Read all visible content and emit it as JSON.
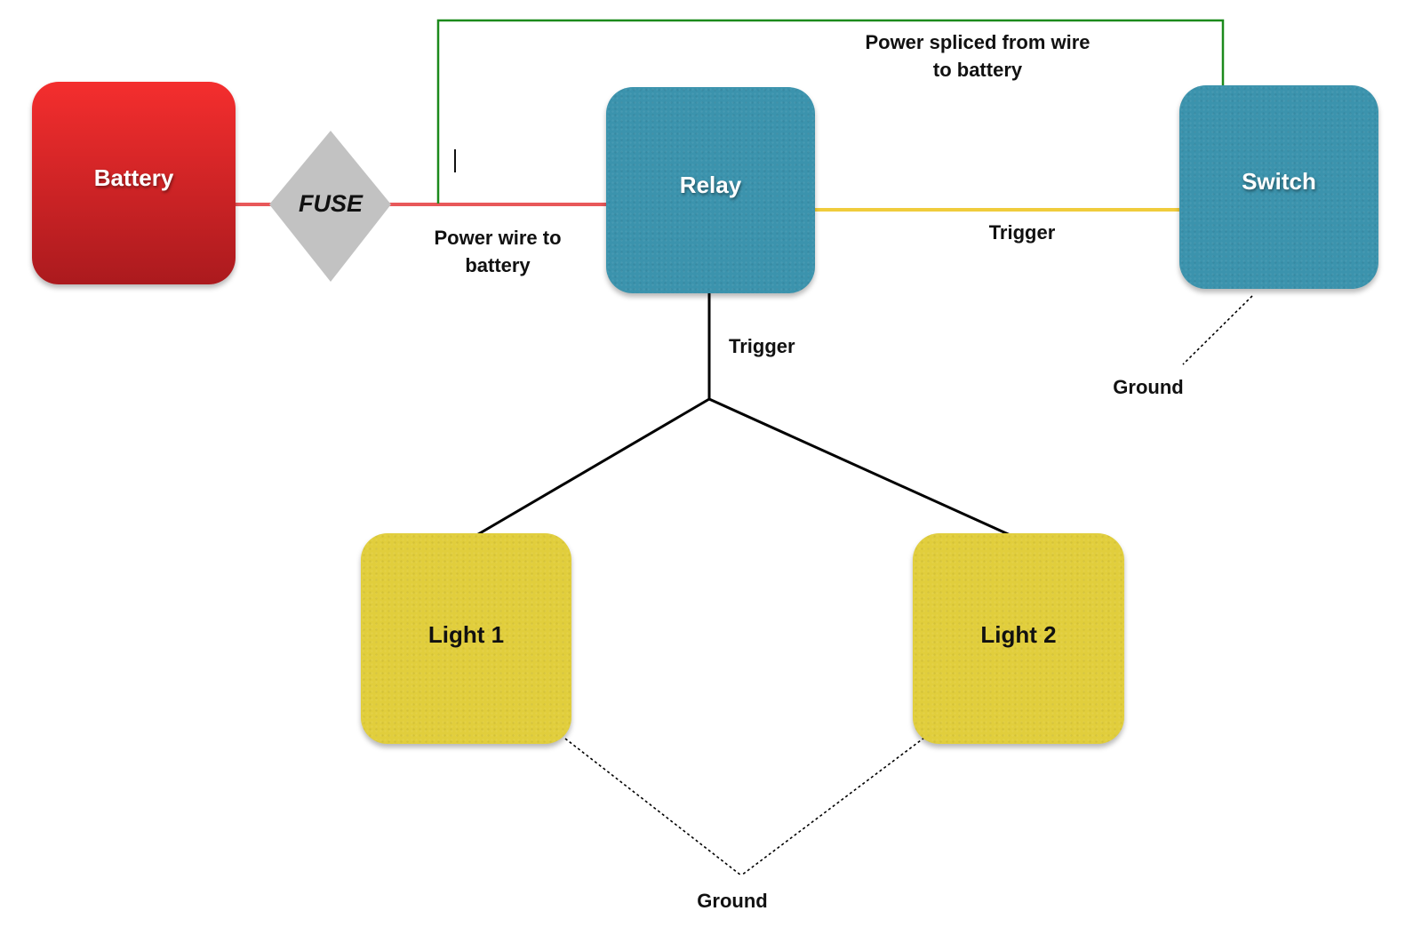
{
  "diagram": {
    "title": "Light wiring diagram",
    "colors": {
      "battery": "#e02a2a",
      "relay_switch": "#3b93ad",
      "lights": "#e1ce3c",
      "fuse": "#c2c2c2",
      "power_wire": "#e8585a",
      "splice_wire": "#1c8a1c",
      "trigger_wire_switch": "#f0cc3c",
      "trigger_wire_lights": "#000000",
      "ground_wire": "#000000"
    },
    "nodes": {
      "battery": "Battery",
      "fuse": "FUSE",
      "relay": "Relay",
      "switch": "Switch",
      "light1": "Light 1",
      "light2": "Light 2"
    },
    "edges": [
      {
        "from": "Battery",
        "to": "FUSE",
        "type": "power"
      },
      {
        "from": "FUSE",
        "to": "Relay",
        "type": "power",
        "label": "Power wire to battery"
      },
      {
        "from": "Power wire to battery",
        "to": "Switch",
        "type": "splice",
        "label": "Power spliced from wire to battery"
      },
      {
        "from": "Relay",
        "to": "Switch",
        "type": "trigger",
        "label": "Trigger"
      },
      {
        "from": "Relay",
        "to": [
          "Light 1",
          "Light 2"
        ],
        "type": "trigger",
        "label": "Trigger"
      },
      {
        "from": "Switch",
        "to": "Ground",
        "type": "ground",
        "style": "dotted"
      },
      {
        "from": [
          "Light 1",
          "Light 2"
        ],
        "to": "Ground",
        "type": "ground",
        "style": "dotted"
      }
    ],
    "labels": {
      "power_wire_line1": "Power wire to",
      "power_wire_line2": "battery",
      "power_splice_line1": "Power spliced from wire",
      "power_splice_line2": "to battery",
      "trigger_switch": "Trigger",
      "trigger_lights": "Trigger",
      "ground_switch": "Ground",
      "ground_lights": "Ground"
    }
  }
}
